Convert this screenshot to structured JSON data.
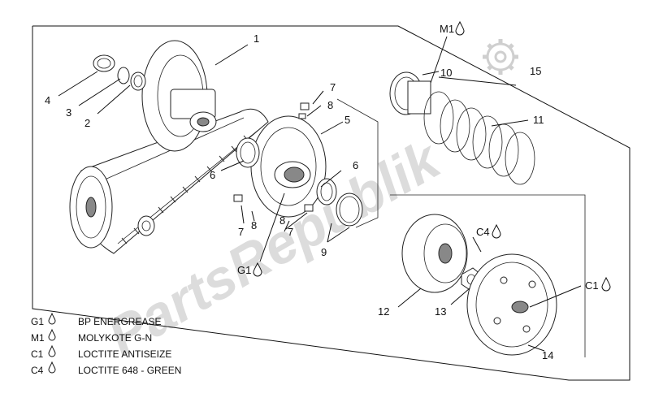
{
  "watermark": "PartsRepublik",
  "callouts": [
    {
      "id": "c1",
      "text": "1"
    },
    {
      "id": "c2",
      "text": "2"
    },
    {
      "id": "c3",
      "text": "3"
    },
    {
      "id": "c4",
      "text": "4"
    },
    {
      "id": "c5",
      "text": "5"
    },
    {
      "id": "c6a",
      "text": "6"
    },
    {
      "id": "c6b",
      "text": "6"
    },
    {
      "id": "c7a",
      "text": "7"
    },
    {
      "id": "c7b",
      "text": "7"
    },
    {
      "id": "c7c",
      "text": "7"
    },
    {
      "id": "c8a",
      "text": "8"
    },
    {
      "id": "c8b",
      "text": "8"
    },
    {
      "id": "c8c",
      "text": "8"
    },
    {
      "id": "c9",
      "text": "9"
    },
    {
      "id": "c10",
      "text": "10"
    },
    {
      "id": "c11",
      "text": "11"
    },
    {
      "id": "c12",
      "text": "12"
    },
    {
      "id": "c13",
      "text": "13"
    },
    {
      "id": "c14",
      "text": "14"
    },
    {
      "id": "c15",
      "text": "15"
    },
    {
      "id": "lub_m1",
      "text": "M1"
    },
    {
      "id": "lub_g1",
      "text": "G1"
    },
    {
      "id": "lub_c4",
      "text": "C4"
    },
    {
      "id": "lub_c1",
      "text": "C1"
    }
  ],
  "legend": [
    {
      "code": "G1",
      "desc": "BP ENERGREASE"
    },
    {
      "code": "M1",
      "desc": "MOLYKOTE G-N"
    },
    {
      "code": "C1",
      "desc": "LOCTITE ANTISEIZE"
    },
    {
      "code": "C4",
      "desc": "LOCTITE 648 - GREEN"
    }
  ],
  "icons": {
    "lubricant": "drop-icon",
    "watermark_logo": "gear-icon"
  }
}
